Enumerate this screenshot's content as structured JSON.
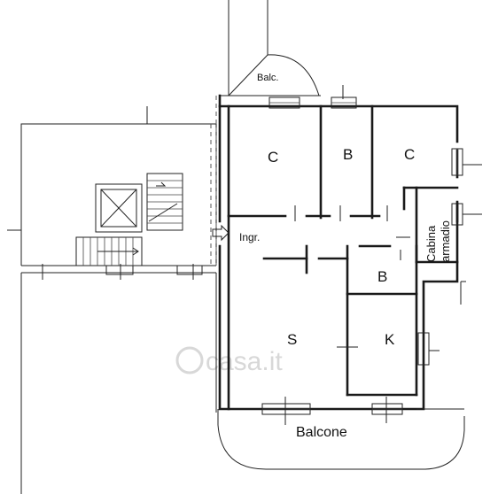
{
  "labels": {
    "balc_small": "Balc.",
    "room_c_left": "C",
    "room_b_top": "B",
    "room_c_right": "C",
    "cabina_line1": "Cabina",
    "cabina_line2": "armadio",
    "ingresso": "Ingr.",
    "room_b_small": "B",
    "room_s": "S",
    "room_k": "K",
    "balcone": "Balcone"
  },
  "watermark": "casa.it",
  "colors": {
    "wall": "#1a1a1a",
    "background": "#ffffff",
    "watermark": "#d8d8d8"
  }
}
